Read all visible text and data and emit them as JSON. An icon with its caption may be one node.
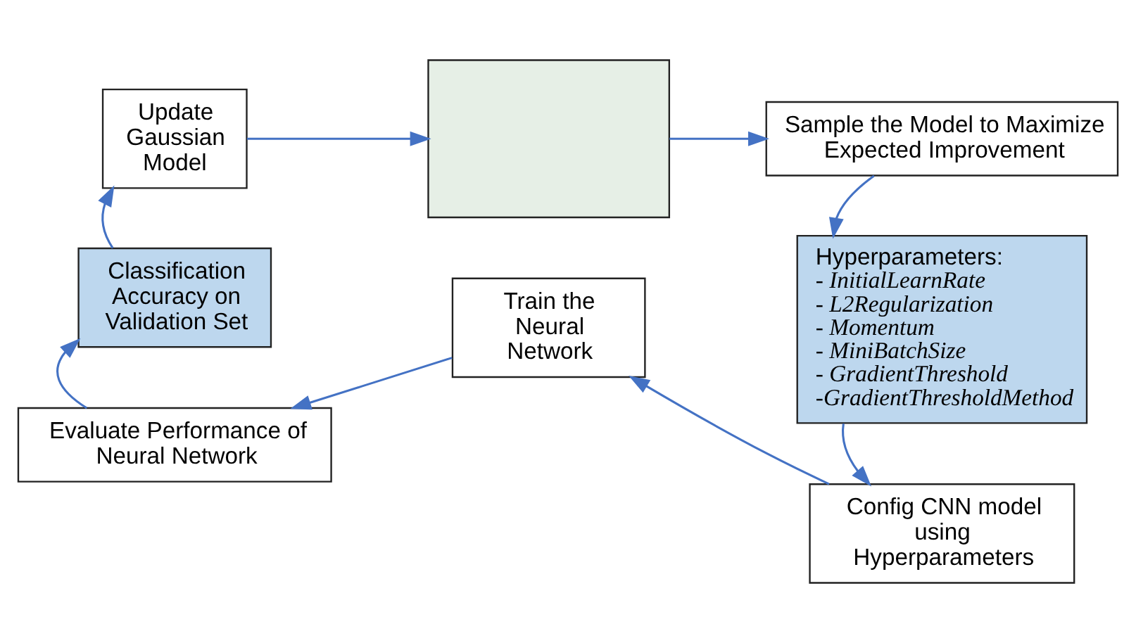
{
  "diagram": {
    "nodes": [
      {
        "text": [
          "Update Gaussian Model"
        ]
      },
      {
        "text": [],
        "shape": "box"
      },
      {
        "text": [
          "Sample the Model to Maximize Expected Improvement"
        ]
      },
      {
        "text": [
          "Hyperparameters:",
          "- InitialLearnRate",
          "- L2Regularization",
          "- Momentum",
          "- MiniBatchSize",
          "- GradientThreshold",
          "-GradientThresholdMethod"
        ]
      },
      {
        "text": [
          "Config CNN model using Hyperparameters"
        ]
      },
      {
        "text": [
          "Train the Neural Network"
        ]
      },
      {
        "text": [
          "Evaluate Performance of Neural Network"
        ]
      },
      {
        "text": [
          "Classification Accuracy on Validation Set"
        ]
      }
    ],
    "edges": [
      {
        "from": 0,
        "to": 1,
        "arrow": "to"
      },
      {
        "from": 1,
        "to": 2,
        "arrow": "to"
      },
      {
        "from": 2,
        "to": 3,
        "arrow": "to"
      },
      {
        "from": 3,
        "to": 4,
        "arrow": "to"
      },
      {
        "from": 4,
        "to": 5,
        "arrow": "to"
      },
      {
        "from": 5,
        "to": 6,
        "arrow": "to"
      },
      {
        "from": 6,
        "to": 7,
        "arrow": "to"
      },
      {
        "from": 7,
        "to": 0,
        "arrow": "to"
      }
    ]
  }
}
